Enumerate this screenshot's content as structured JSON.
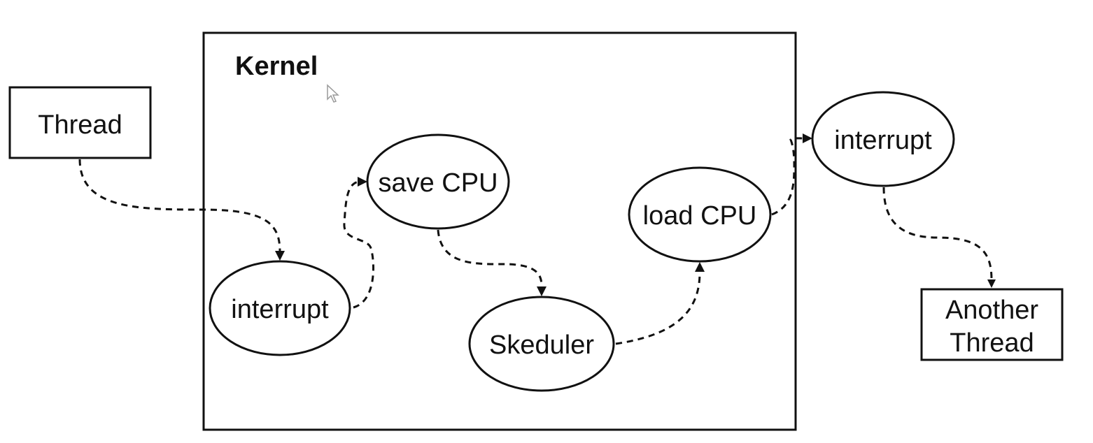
{
  "diagram": {
    "kernel_title": "Kernel",
    "nodes": {
      "thread": "Thread",
      "interrupt_entry": "interrupt",
      "save_cpu": "save CPU",
      "scheduler": "Skeduler",
      "load_cpu": "load CPU",
      "interrupt_exit": "interrupt",
      "another_thread_line1": "Another",
      "another_thread_line2": "Thread"
    }
  }
}
